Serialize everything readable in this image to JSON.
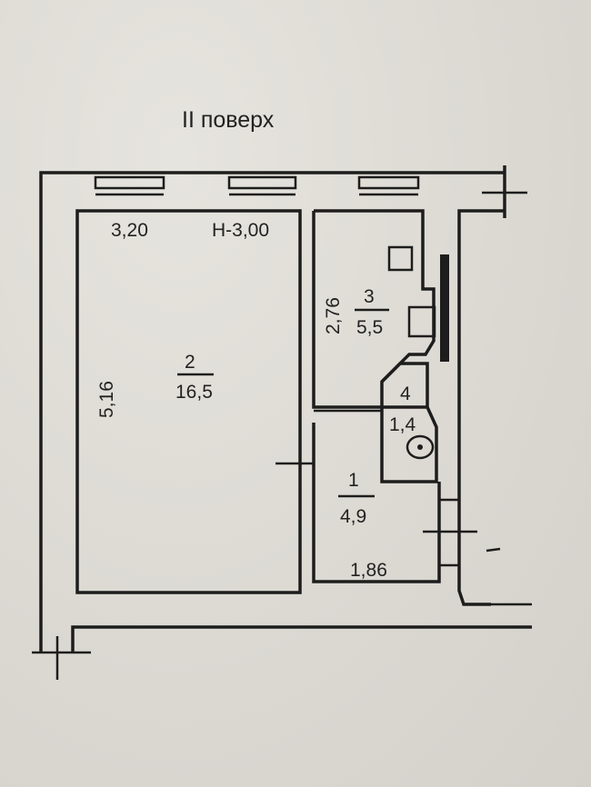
{
  "title": "II  поверх",
  "rooms": [
    {
      "number": "2",
      "area": "16,5",
      "width": "3,20",
      "length": "5,16"
    },
    {
      "number": "3",
      "area": "5,5",
      "length": "2,76"
    },
    {
      "number": "1",
      "area": "4,9",
      "width": "1,86"
    },
    {
      "number": "4",
      "area": "1,4"
    }
  ],
  "ceiling_height": "Н-3,00"
}
